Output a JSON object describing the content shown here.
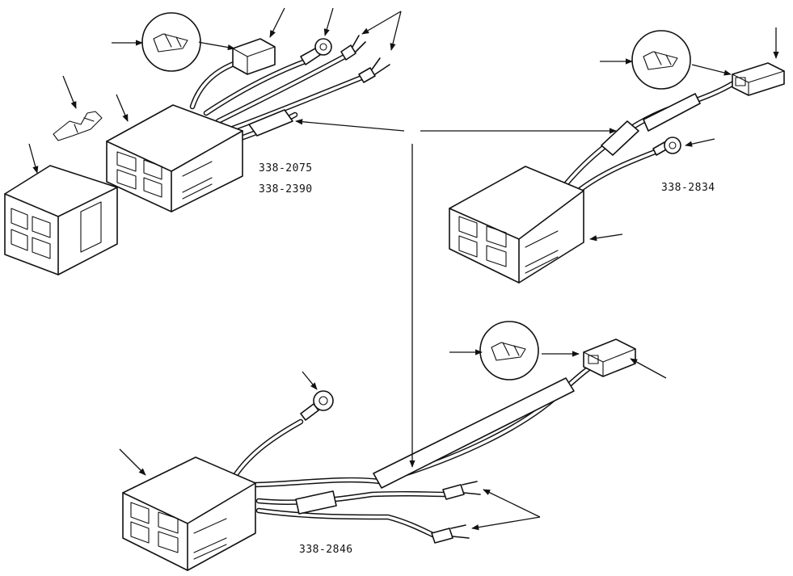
{
  "labels": {
    "harness_top_left_a": "338-2075",
    "harness_top_left_b": "338-2390",
    "harness_right": "338-2834",
    "harness_bottom": "338-2846"
  }
}
